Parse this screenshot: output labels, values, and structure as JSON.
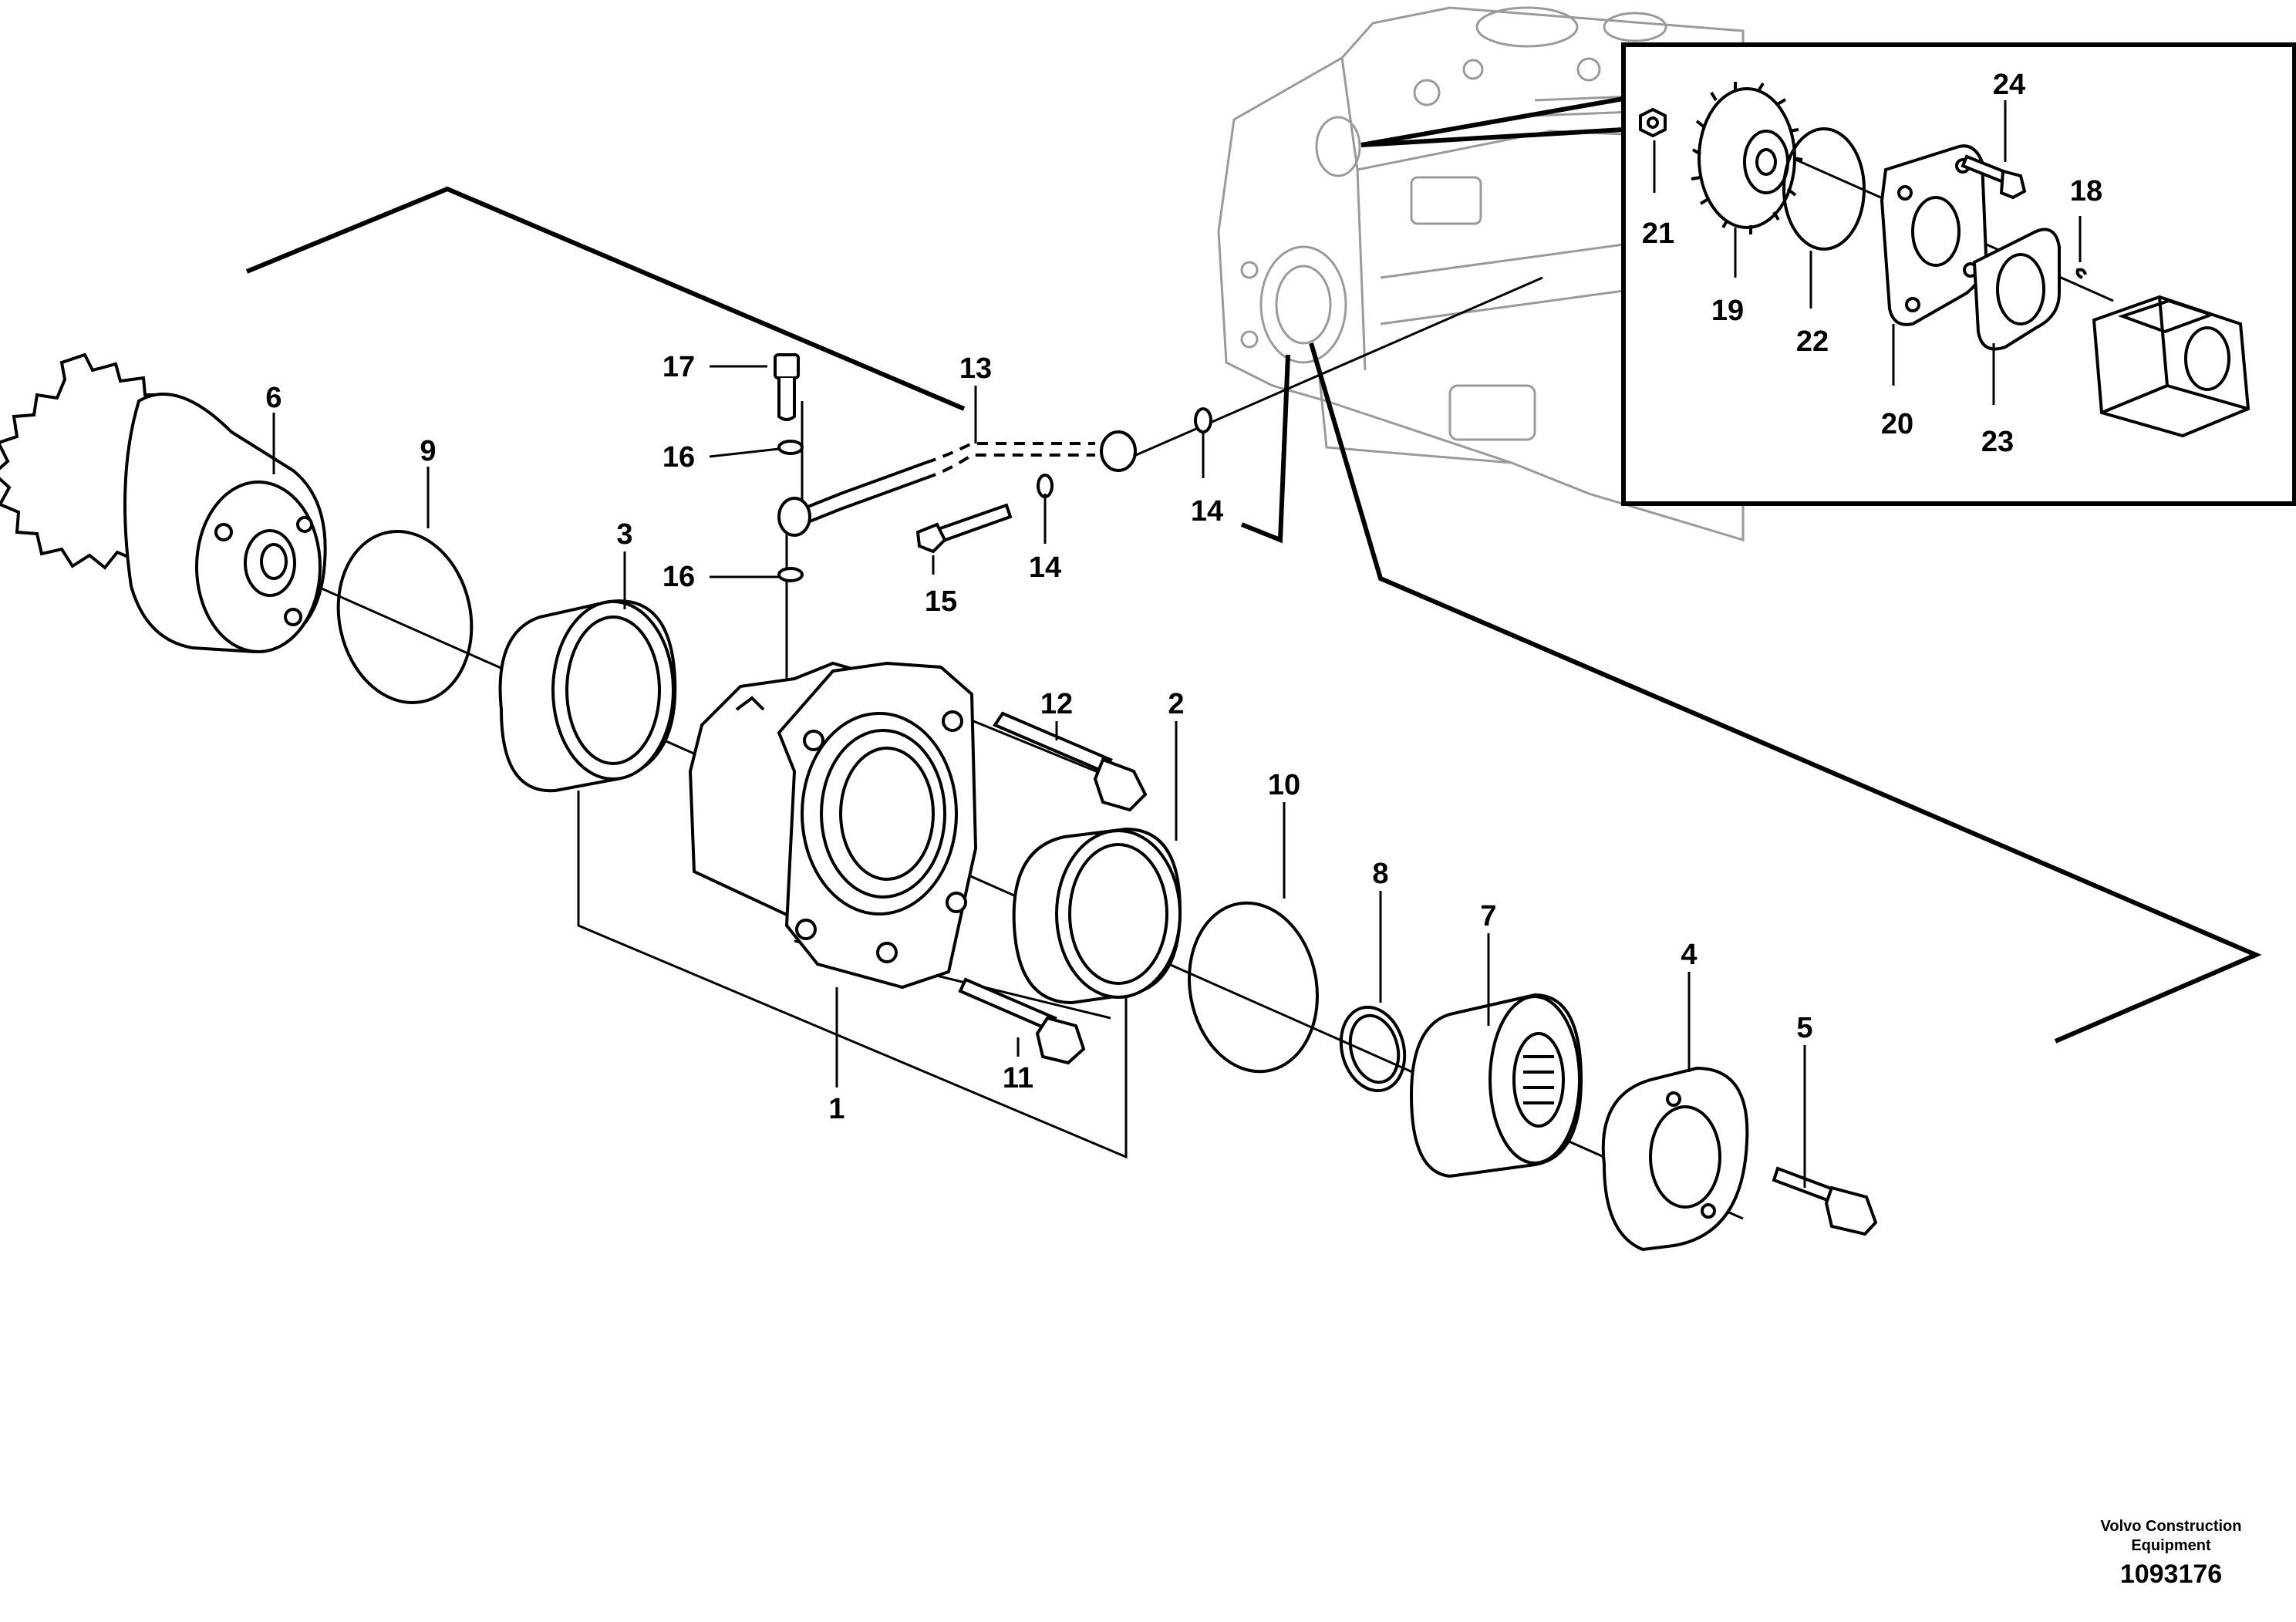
{
  "diagram": {
    "callouts": [
      "1",
      "2",
      "3",
      "4",
      "5",
      "6",
      "7",
      "8",
      "9",
      "10",
      "11",
      "12",
      "13",
      "14",
      "14",
      "15",
      "16",
      "16",
      "17",
      "18",
      "19",
      "20",
      "21",
      "22",
      "23",
      "24"
    ],
    "publisher_line1": "Volvo Construction",
    "publisher_line2": "Equipment",
    "figure_number": "1093176"
  }
}
